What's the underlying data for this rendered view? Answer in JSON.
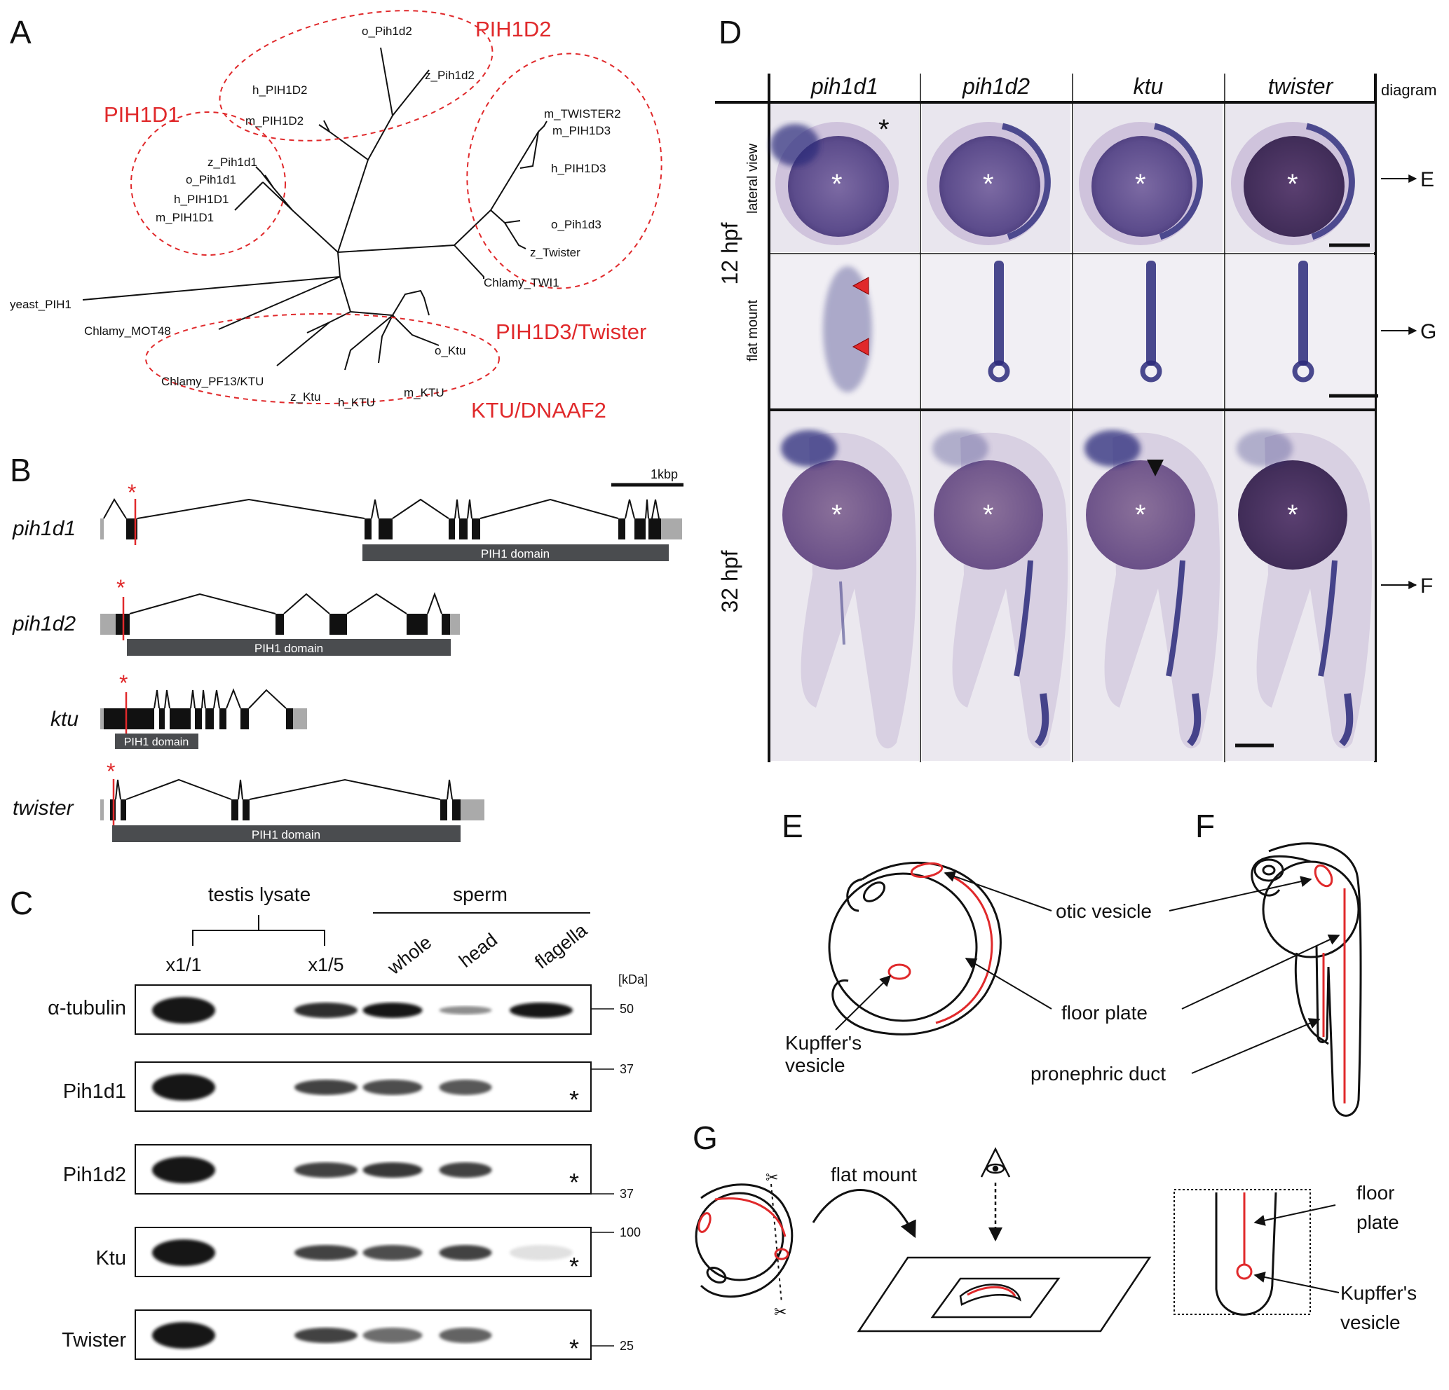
{
  "panels": {
    "a": "A",
    "b": "B",
    "c": "C",
    "d": "D",
    "e": "E",
    "f": "F",
    "g": "G"
  },
  "tree": {
    "groups": {
      "pih1d1": "PIH1D1",
      "pih1d2": "PIH1D2",
      "pih1d3": "PIH1D3/Twister",
      "ktu": "KTU/DNAAF2"
    },
    "leaves": {
      "o_pih1d2": "o_Pih1d2",
      "z_pih1d2": "z_Pih1d2",
      "h_pih1d2": "h_PIH1D2",
      "m_pih1d2": "m_PIH1D2",
      "z_pih1d1": "z_Pih1d1",
      "o_pih1d1": "o_Pih1d1",
      "h_pih1d1": "h_PIH1D1",
      "m_pih1d1": "m_PIH1D1",
      "m_twister2": "m_TWISTER2",
      "m_pih1d3": "m_PIH1D3",
      "h_pih1d3": "h_PIH1D3",
      "o_pih1d3": "o_Pih1d3",
      "z_twister": "z_Twister",
      "chlamy_twi1": "Chlamy_TWI1",
      "yeast_pih1": "yeast_PIH1",
      "chlamy_mot48": "Chlamy_MOT48",
      "chlamy_pf13": "Chlamy_PF13/KTU",
      "z_ktu": "z_Ktu",
      "h_ktu": "h_KTU",
      "m_ktu": "m_KTU",
      "o_ktu": "o_Ktu"
    }
  },
  "genes": {
    "scale": "1kbp",
    "domain": "PIH1 domain",
    "mutation_mark": "*",
    "names": {
      "pih1d1": "pih1d1",
      "pih1d2": "pih1d2",
      "ktu": "ktu",
      "twister": "twister"
    }
  },
  "blot": {
    "testis": "testis lysate",
    "sperm": "sperm",
    "lanes": [
      "x1/1",
      "x1/5",
      "whole",
      "head",
      "flagella"
    ],
    "kda_label": "[kDa]",
    "rows": [
      "α-tubulin",
      "Pih1d1",
      "Pih1d2",
      "Ktu",
      "Twister"
    ],
    "markers": {
      "m50": "50",
      "m37a": "37",
      "m37b": "37",
      "m100": "100",
      "m25": "25"
    },
    "band_intensity": [
      [
        1.0,
        0.0,
        0.9,
        1.0,
        0.45,
        1.0
      ],
      [
        1.0,
        0.0,
        0.8,
        0.75,
        0.7,
        0.0
      ],
      [
        1.0,
        0.0,
        0.8,
        0.85,
        0.8,
        0.0
      ],
      [
        1.0,
        0.0,
        0.8,
        0.75,
        0.8,
        0.05
      ],
      [
        1.0,
        0.0,
        0.8,
        0.6,
        0.65,
        0.0
      ]
    ],
    "nonspecific_mark": "*"
  },
  "ish": {
    "columns": [
      "pih1d1",
      "pih1d2",
      "ktu",
      "twister"
    ],
    "diagram_header": "diagram",
    "stage_12": "12 hpf",
    "stage_32": "32 hpf",
    "lateral": "lateral view",
    "flat": "flat mount",
    "arrows": {
      "e": "E",
      "g": "G",
      "f": "F"
    }
  },
  "diagrams": {
    "otic": "otic vesicle",
    "floor": "floor plate",
    "kupffer": "Kupffer's\nvesicle",
    "kupffer_1": "Kupffer's",
    "kupffer_2": "vesicle",
    "pronephric": "pronephric duct",
    "flat_mount": "flat mount",
    "floor_g1": "floor",
    "floor_g2": "plate",
    "kupffer_g1": "Kupffer's",
    "kupffer_g2": "vesicle"
  },
  "colors": {
    "accent_red": "#e0292b",
    "stain": "#2b2a7a",
    "embryo": "#d9d2e4"
  }
}
